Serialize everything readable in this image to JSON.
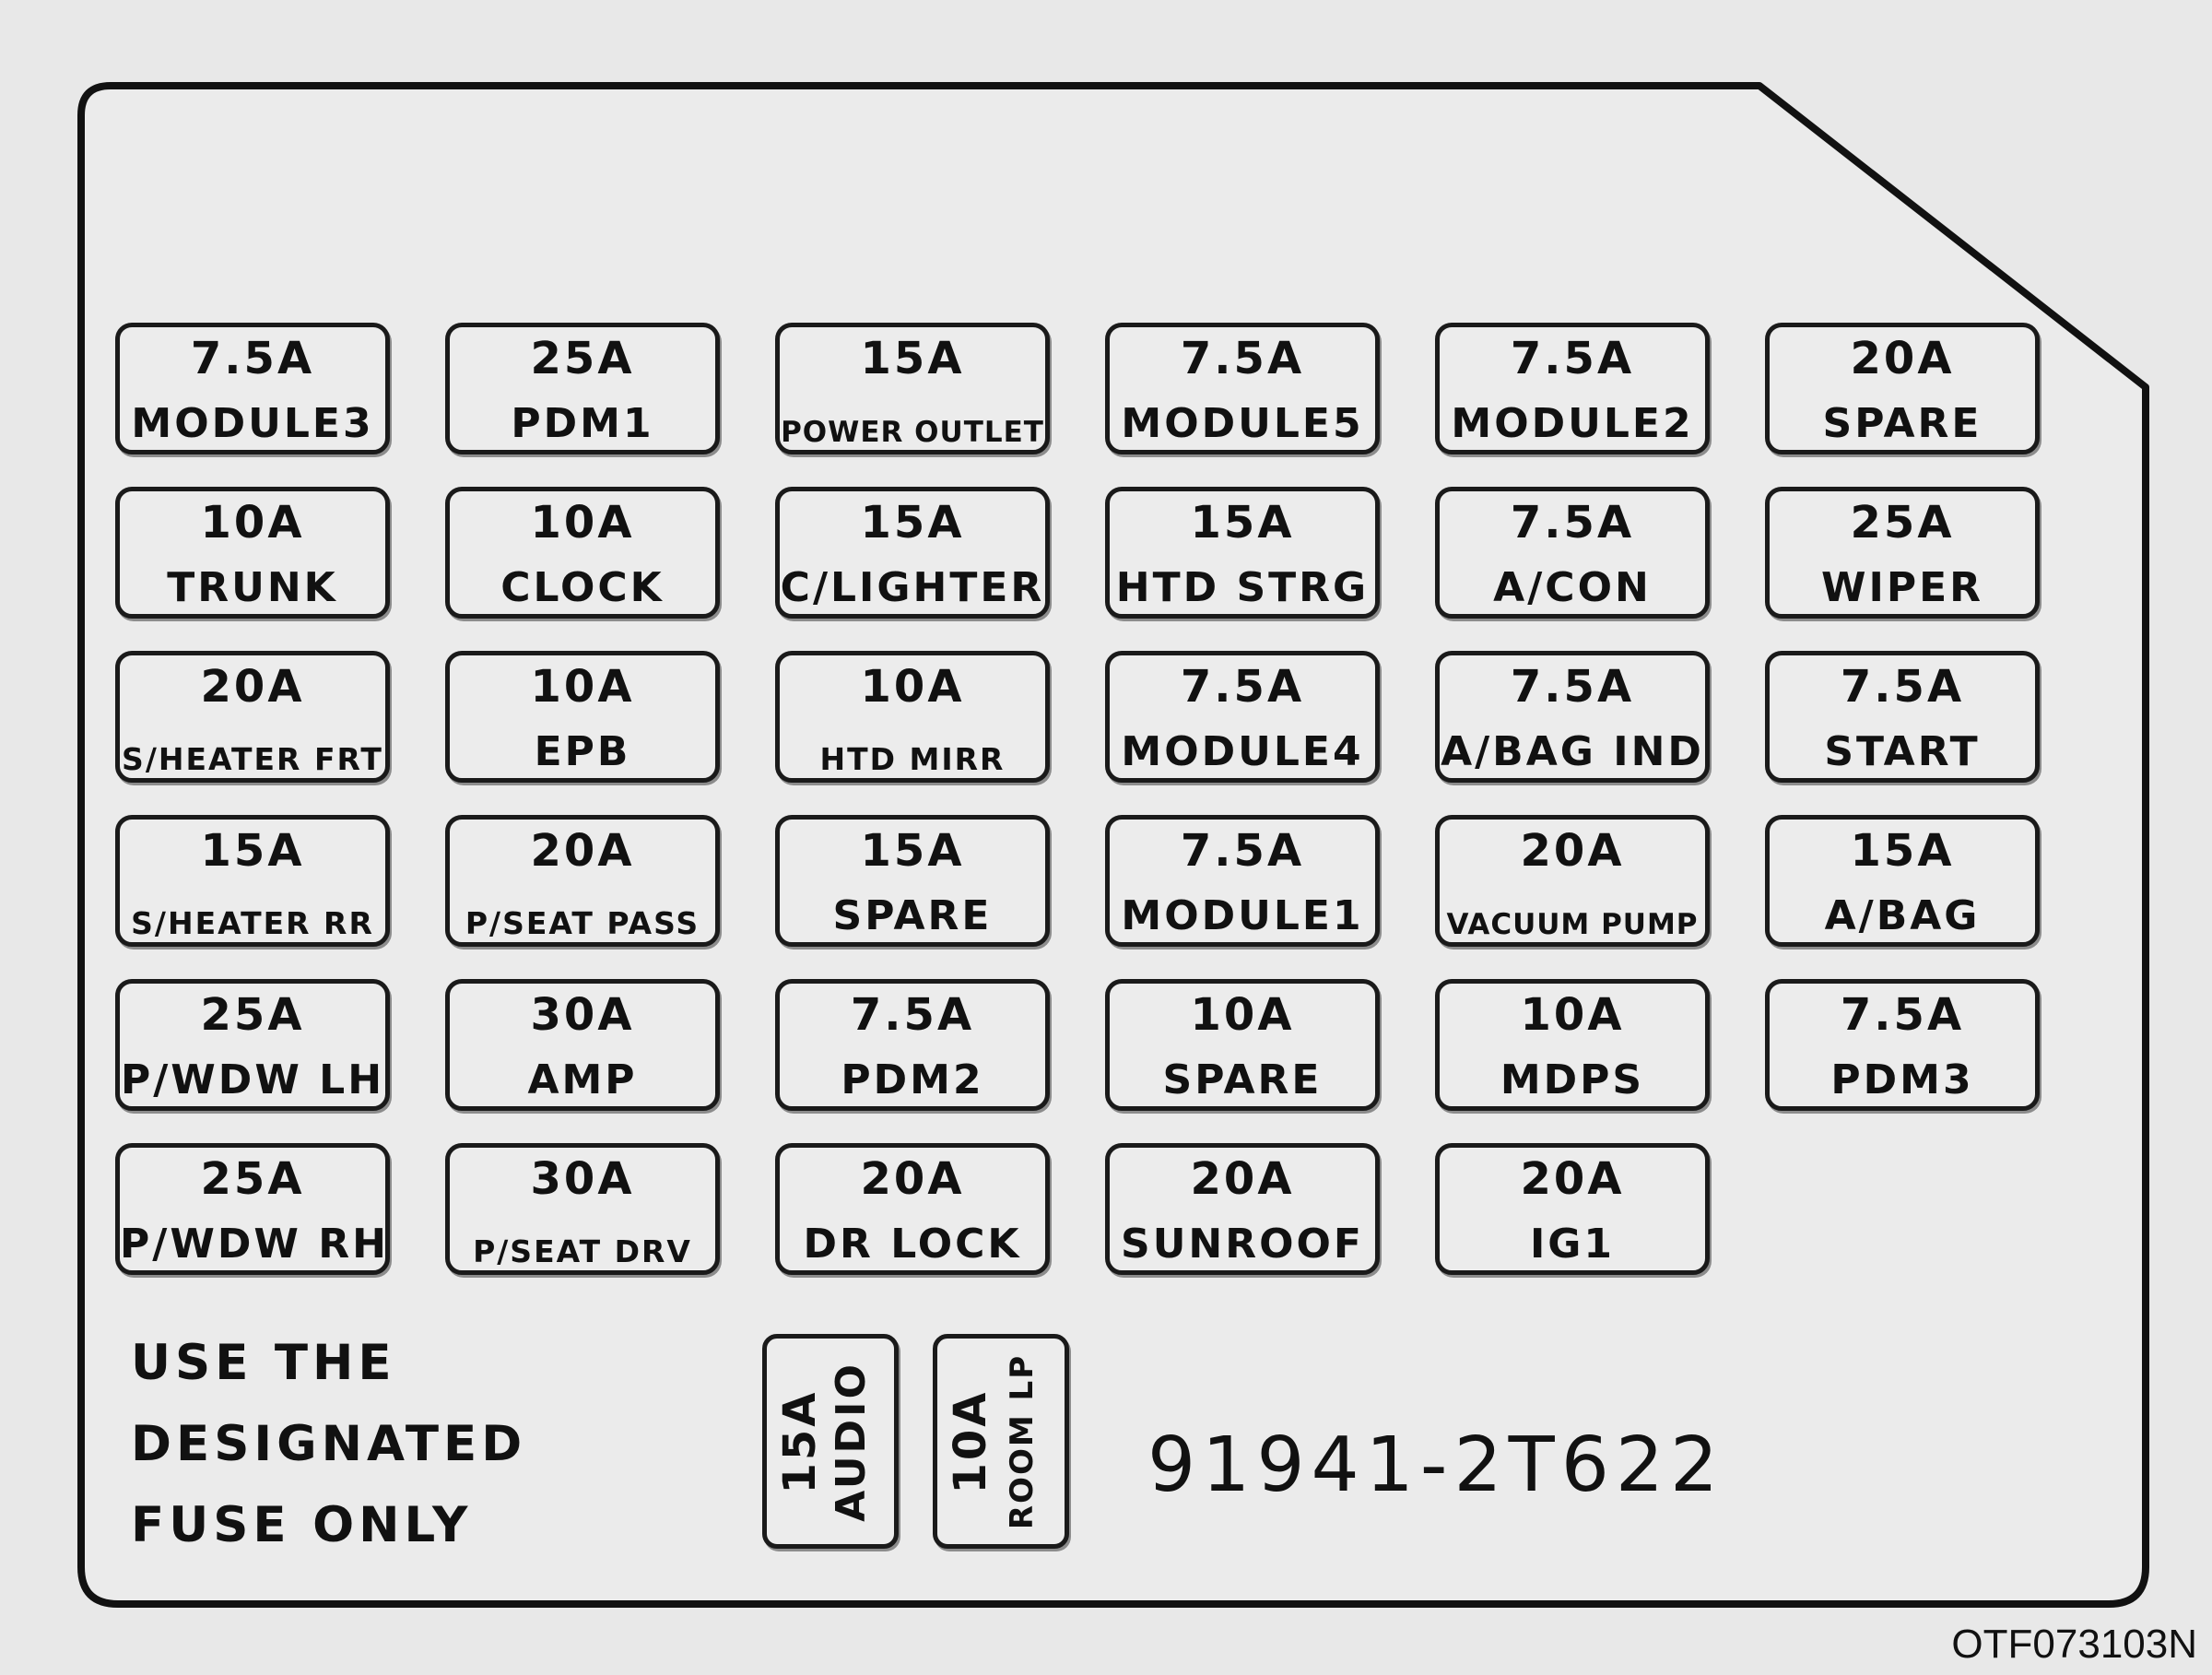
{
  "fuse_rows": [
    [
      {
        "amp": "7.5A",
        "label": "MODULE3"
      },
      {
        "amp": "25A",
        "label": "PDM1"
      },
      {
        "amp": "15A",
        "label": "POWER OUTLET",
        "size": "tiny"
      },
      {
        "amp": "7.5A",
        "label": "MODULE5"
      },
      {
        "amp": "7.5A",
        "label": "MODULE2"
      },
      {
        "amp": "20A",
        "label": "SPARE"
      }
    ],
    [
      {
        "amp": "10A",
        "label": "TRUNK"
      },
      {
        "amp": "10A",
        "label": "CLOCK"
      },
      {
        "amp": "15A",
        "label": "C/LIGHTER"
      },
      {
        "amp": "15A",
        "label": "HTD STRG"
      },
      {
        "amp": "7.5A",
        "label": "A/CON"
      },
      {
        "amp": "25A",
        "label": "WIPER"
      }
    ],
    [
      {
        "amp": "20A",
        "label": "S/HEATER FRT",
        "size": "small"
      },
      {
        "amp": "10A",
        "label": "EPB"
      },
      {
        "amp": "10A",
        "label": "HTD MIRR",
        "size": "small"
      },
      {
        "amp": "7.5A",
        "label": "MODULE4"
      },
      {
        "amp": "7.5A",
        "label": "A/BAG IND"
      },
      {
        "amp": "7.5A",
        "label": "START"
      }
    ],
    [
      {
        "amp": "15A",
        "label": "S/HEATER RR",
        "size": "small"
      },
      {
        "amp": "20A",
        "label": "P/SEAT PASS",
        "size": "small"
      },
      {
        "amp": "15A",
        "label": "SPARE"
      },
      {
        "amp": "7.5A",
        "label": "MODULE1"
      },
      {
        "amp": "20A",
        "label": "VACUUM PUMP",
        "size": "tiny"
      },
      {
        "amp": "15A",
        "label": "A/BAG"
      }
    ],
    [
      {
        "amp": "25A",
        "label": "P/WDW LH"
      },
      {
        "amp": "30A",
        "label": "AMP"
      },
      {
        "amp": "7.5A",
        "label": "PDM2"
      },
      {
        "amp": "10A",
        "label": "SPARE"
      },
      {
        "amp": "10A",
        "label": "MDPS"
      },
      {
        "amp": "7.5A",
        "label": "PDM3"
      }
    ],
    [
      {
        "amp": "25A",
        "label": "P/WDW RH"
      },
      {
        "amp": "30A",
        "label": "P/SEAT DRV",
        "size": "small"
      },
      {
        "amp": "20A",
        "label": "DR LOCK"
      },
      {
        "amp": "20A",
        "label": "SUNROOF"
      },
      {
        "amp": "20A",
        "label": "IG1"
      }
    ]
  ],
  "mini_fuses": [
    {
      "amp": "15A",
      "label": "AUDIO"
    },
    {
      "amp": "10A",
      "label": "ROOM LP",
      "size": "small"
    }
  ],
  "notice_lines": [
    "USE THE",
    "DESIGNATED",
    "FUSE ONLY"
  ],
  "part_number": "91941-2T622",
  "figure_code": "OTF073103N"
}
